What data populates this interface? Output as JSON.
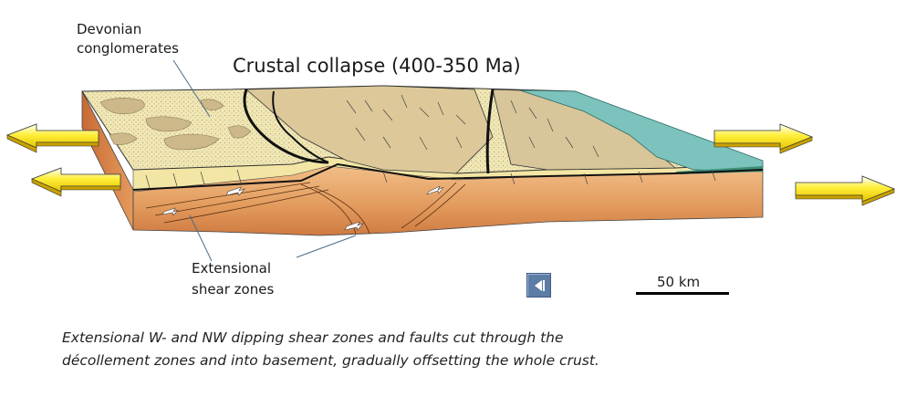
{
  "title": "Crustal collapse (400-350 Ma)",
  "labels": {
    "devonian_line1": "Devonian",
    "devonian_line2": "conglomerates",
    "shear_line1": "Extensional",
    "shear_line2": "shear zones"
  },
  "scale": {
    "label": "50 km"
  },
  "caption": {
    "line1": "Extensional W- and NW dipping shear zones and faults cut through the",
    "line2": "décollement zones and into basement, gradually offsetting the whole crust."
  },
  "controls": {
    "back_icon": "back-arrow-icon"
  },
  "colors": {
    "sediment_top": "#efe6b4",
    "conglomerate_clast": "#cdb88a",
    "crust_front": "#e4a064",
    "crust_front_dark": "#c9703a",
    "sea": "#7bc3bc",
    "arrow_fill": "#ffee00",
    "button_blue": "#5d7ca6"
  }
}
